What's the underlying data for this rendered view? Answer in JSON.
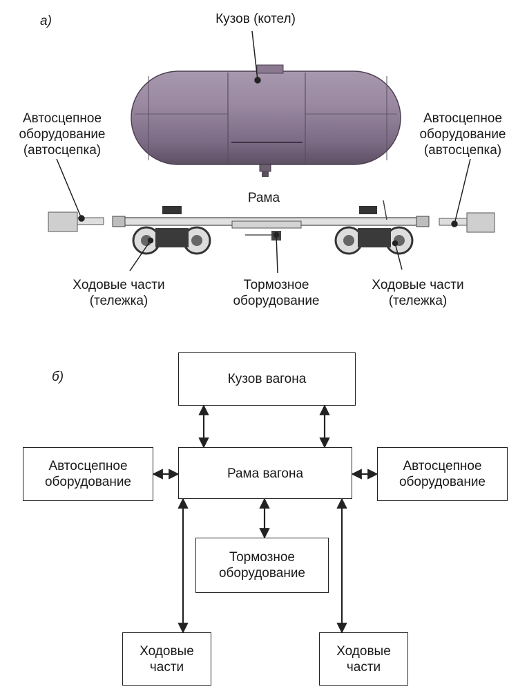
{
  "panel_a": {
    "label": "а)",
    "callouts": {
      "body": "Кузов (котел)",
      "coupler_left": "Автосцепное\nоборудование\n(автосцепка)",
      "coupler_right": "Автосцепное\nоборудование\n(автосцепка)",
      "frame": "Рама",
      "bogie_left": "Ходовые части\n(тележка)",
      "brake": "Тормозное\nоборудование",
      "bogie_right": "Ходовые части\n(тележка)"
    }
  },
  "panel_b": {
    "label": "б)",
    "boxes": {
      "body": "Кузов вагона",
      "frame": "Рама вагона",
      "coupler_left": "Автосцепное\nоборудование",
      "coupler_right": "Автосцепное\nоборудование",
      "brake": "Тормозное\nоборудование",
      "bogie_left": "Ходовые\nчасти",
      "bogie_right": "Ходовые\nчасти"
    }
  },
  "colors": {
    "tank": "#8e7c95",
    "tank_light": "#b7a6bc",
    "tank_dark": "#5d4f64",
    "frame": "#d9d9d9",
    "line": "#222222"
  }
}
